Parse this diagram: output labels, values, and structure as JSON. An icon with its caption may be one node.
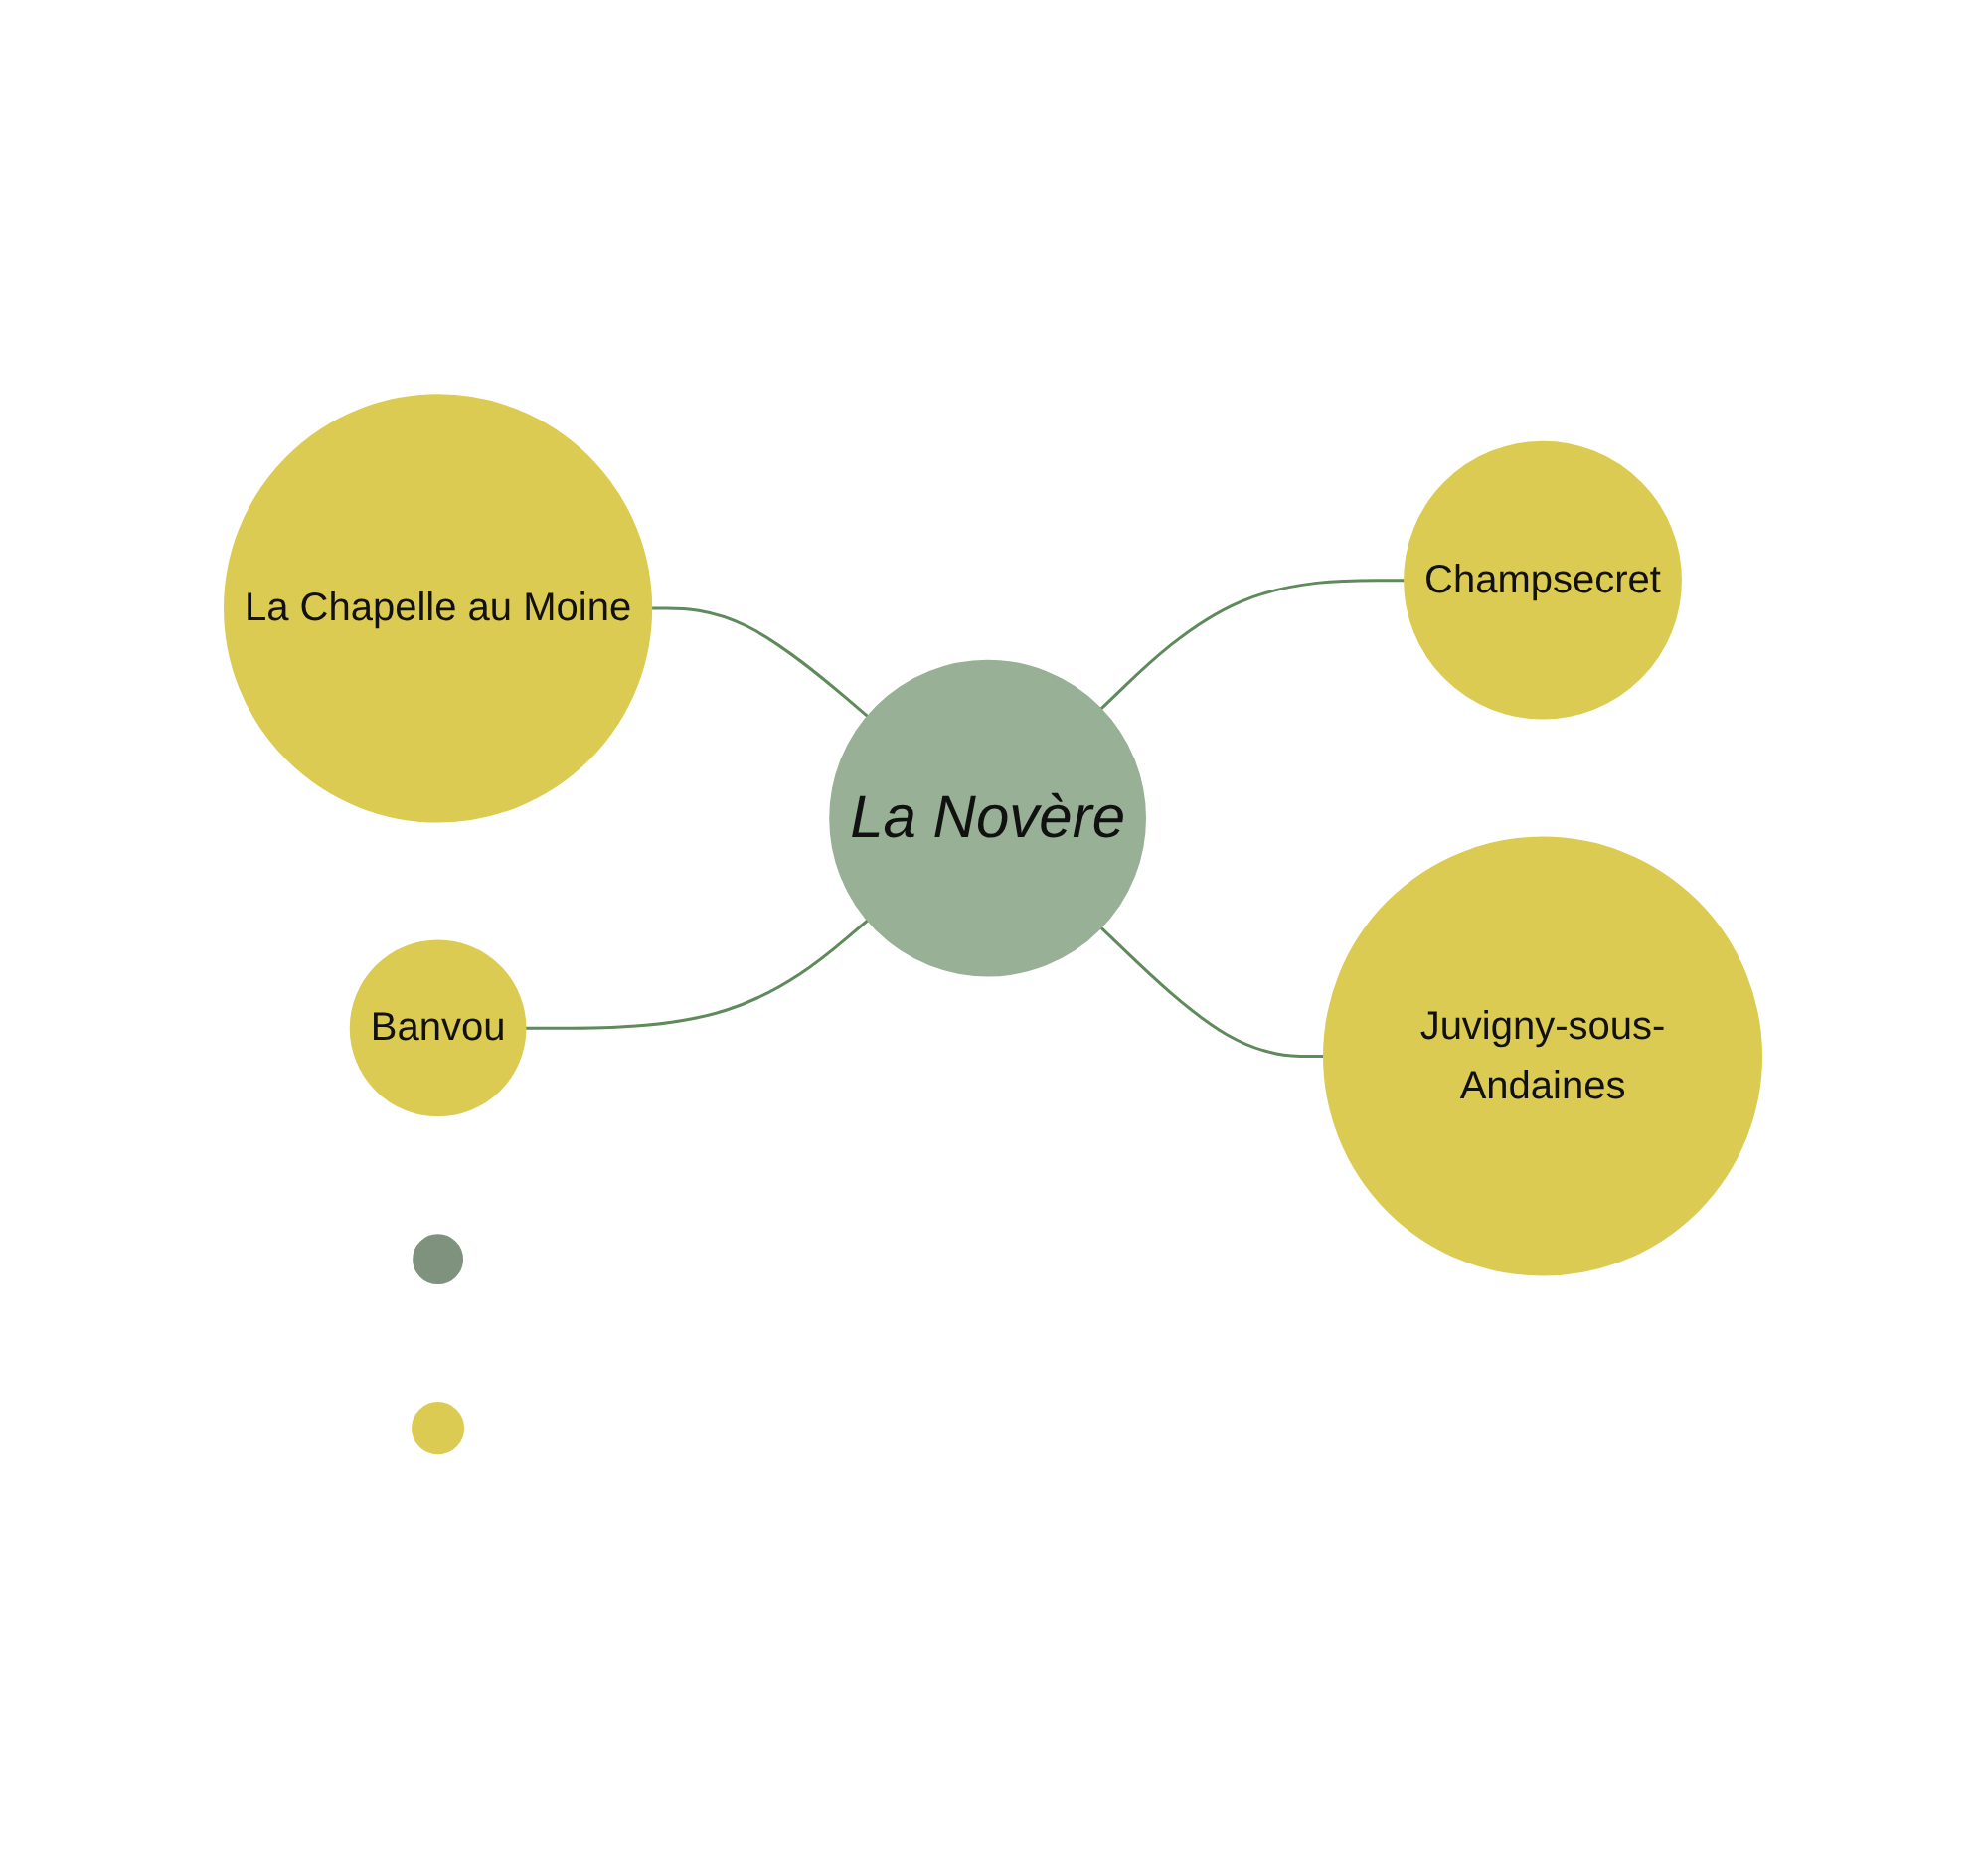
{
  "diagram": {
    "nodes": [
      {
        "text": [
          "La Novère"
        ]
      },
      {
        "text": [
          "La Chapelle au Moine"
        ]
      },
      {
        "text": [
          "Banvou"
        ]
      },
      {
        "text": [],
        "shape": "circle"
      },
      {
        "text": [],
        "shape": "circle"
      },
      {
        "text": [
          "Champsecret"
        ]
      },
      {
        "text": [
          "Juvigny-sous-Andaines"
        ]
      }
    ],
    "edges": [
      {
        "from": 1,
        "to": 0,
        "arrow": "none"
      },
      {
        "from": 2,
        "to": 0,
        "arrow": "none"
      },
      {
        "from": 0,
        "to": 5,
        "arrow": "none"
      },
      {
        "from": 0,
        "to": 6,
        "arrow": "none"
      }
    ]
  }
}
